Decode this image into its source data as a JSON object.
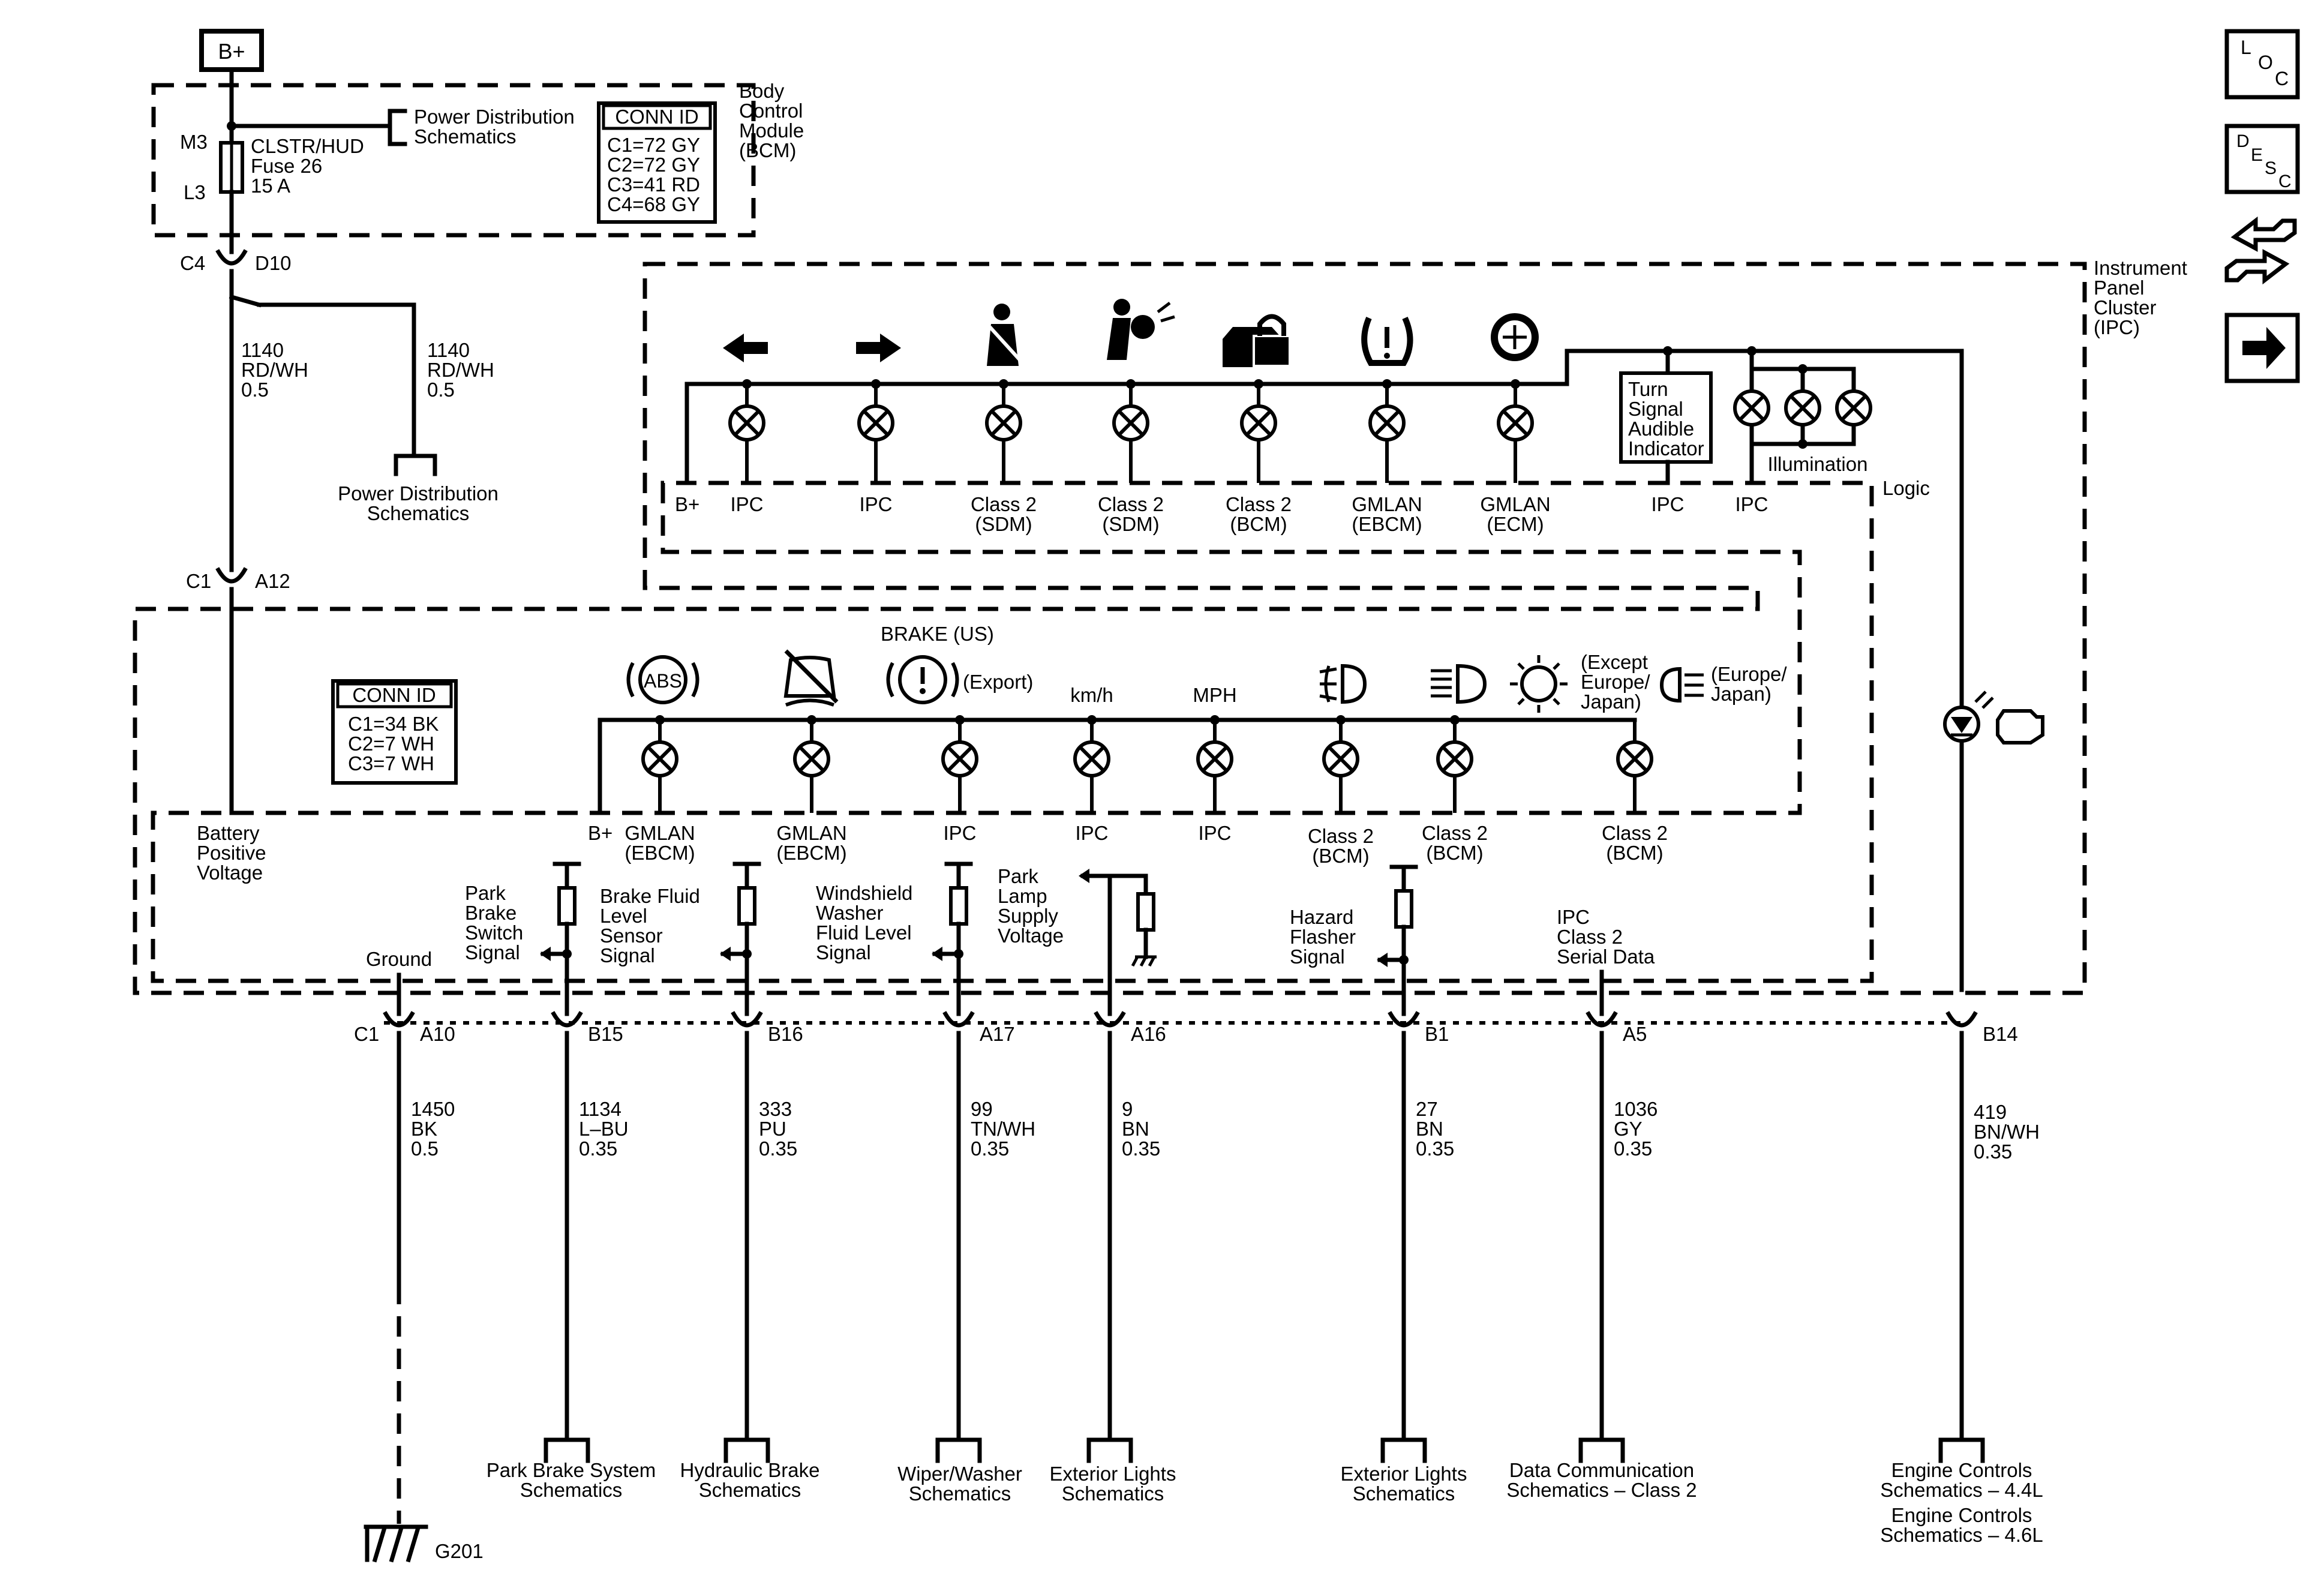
{
  "power": {
    "label": "B+"
  },
  "bcm": {
    "name_lines": [
      "Body",
      "Control",
      "Module",
      "(BCM)"
    ],
    "pin_top": "M3",
    "pin_bottom": "L3",
    "fuse_lines": [
      "CLSTR/HUD",
      "Fuse 26",
      "15 A"
    ],
    "power_dist_lines": [
      "Power Distribution",
      "Schematics"
    ],
    "conn_title": "CONN ID",
    "conn_lines": [
      "C1=72 GY",
      "C2=72 GY",
      "C3=41 RD",
      "C4=68 GY"
    ]
  },
  "connectors": {
    "c4": "C4",
    "d10": "D10",
    "c1_top": "C1",
    "a12": "A12",
    "c1_bottom": "C1"
  },
  "wire_1140_left": [
    "1140",
    "RD/WH",
    "0.5"
  ],
  "wire_1140_right": [
    "1140",
    "RD/WH",
    "0.5"
  ],
  "power_dist_bottom": [
    "Power Distribution",
    "Schematics"
  ],
  "ipc": {
    "name_lines": [
      "Instrument",
      "Panel",
      "Cluster",
      "(IPC)"
    ],
    "upper_row": [
      {
        "l1": "B+",
        "l2": ""
      },
      {
        "l1": "IPC",
        "l2": ""
      },
      {
        "l1": "IPC",
        "l2": ""
      },
      {
        "l1": "Class 2",
        "l2": "(SDM)"
      },
      {
        "l1": "Class 2",
        "l2": "(SDM)"
      },
      {
        "l1": "Class 2",
        "l2": "(BCM)"
      },
      {
        "l1": "GMLAN",
        "l2": "(EBCM)"
      },
      {
        "l1": "GMLAN",
        "l2": "(ECM)"
      },
      {
        "l1": "IPC",
        "l2": ""
      },
      {
        "l1": "IPC",
        "l2": ""
      }
    ],
    "turn_signal_lines": [
      "Turn",
      "Signal",
      "Audible",
      "Indicator"
    ],
    "illumination": "Illumination",
    "logic": "Logic",
    "icon_names": [
      "left-arrow-icon",
      "right-arrow-icon",
      "seatbelt-icon",
      "airbag-icon",
      "security-lock-icon",
      "tire-pressure-icon",
      "gear-icon"
    ]
  },
  "lower": {
    "conn_title": "CONN ID",
    "conn_lines": [
      "C1=34 BK",
      "C2=7 WH",
      "C3=7 WH"
    ],
    "brake_us": "BRAKE  (US)",
    "export": "(Export)",
    "kmh": "km/h",
    "mph": "MPH",
    "abs": "ABS",
    "except_lines": [
      "(Except",
      "Europe/",
      "Japan)"
    ],
    "europe_lines": [
      "(Europe/",
      "Japan)"
    ],
    "row": [
      {
        "l1": "B+",
        "l2": ""
      },
      {
        "l1": "GMLAN",
        "l2": "(EBCM)"
      },
      {
        "l1": "GMLAN",
        "l2": "(EBCM)"
      },
      {
        "l1": "IPC",
        "l2": ""
      },
      {
        "l1": "IPC",
        "l2": ""
      },
      {
        "l1": "IPC",
        "l2": ""
      },
      {
        "l1": "Class 2",
        "l2": "(BCM)"
      },
      {
        "l1": "Class 2",
        "l2": "(BCM)"
      },
      {
        "l1": "Class 2",
        "l2": "(BCM)"
      }
    ],
    "battery_lines": [
      "Battery",
      "Positive",
      "Voltage"
    ],
    "ground": "Ground",
    "park_brake_lines": [
      "Park",
      "Brake",
      "Switch",
      "Signal"
    ],
    "brake_fluid_lines": [
      "Brake Fluid",
      "Level",
      "Sensor",
      "Signal"
    ],
    "washer_lines": [
      "Windshield",
      "Washer",
      "Fluid Level",
      "Signal"
    ],
    "park_lamp_lines": [
      "Park",
      "Lamp",
      "Supply",
      "Voltage"
    ],
    "hazard_lines": [
      "Hazard",
      "Flasher",
      "Signal"
    ],
    "serial_lines": [
      "IPC",
      "Class 2",
      "Serial Data"
    ]
  },
  "pins": [
    "A10",
    "B15",
    "B16",
    "A17",
    "A16",
    "B1",
    "A5",
    "B14"
  ],
  "wires": [
    [
      "1450",
      "BK",
      "0.5"
    ],
    [
      "1134",
      "L–BU",
      "0.35"
    ],
    [
      "333",
      "PU",
      "0.35"
    ],
    [
      "99",
      "TN/WH",
      "0.35"
    ],
    [
      "9",
      "BN",
      "0.35"
    ],
    [
      "27",
      "BN",
      "0.35"
    ],
    [
      "1036",
      "GY",
      "0.35"
    ],
    [
      "419",
      "BN/WH",
      "0.35"
    ]
  ],
  "destinations": [
    [
      "Park Brake System",
      "Schematics"
    ],
    [
      "Hydraulic Brake",
      "Schematics"
    ],
    [
      "Wiper/Washer",
      "Schematics"
    ],
    [
      "Exterior Lights",
      "Schematics"
    ],
    [
      "Exterior Lights",
      "Schematics"
    ],
    [
      "Data Communication",
      "Schematics – Class 2"
    ],
    [
      "Engine Controls",
      "Schematics – 4.4L",
      "Engine Controls",
      "Schematics – 4.6L"
    ]
  ],
  "ground_id": "G201",
  "nav": {
    "loc": [
      "L",
      "O",
      "C"
    ],
    "desc": [
      "D",
      "E",
      "S",
      "C"
    ],
    "icon_names": [
      "loc-icon",
      "desc-icon",
      "connector-icon",
      "next-arrow-icon"
    ]
  }
}
